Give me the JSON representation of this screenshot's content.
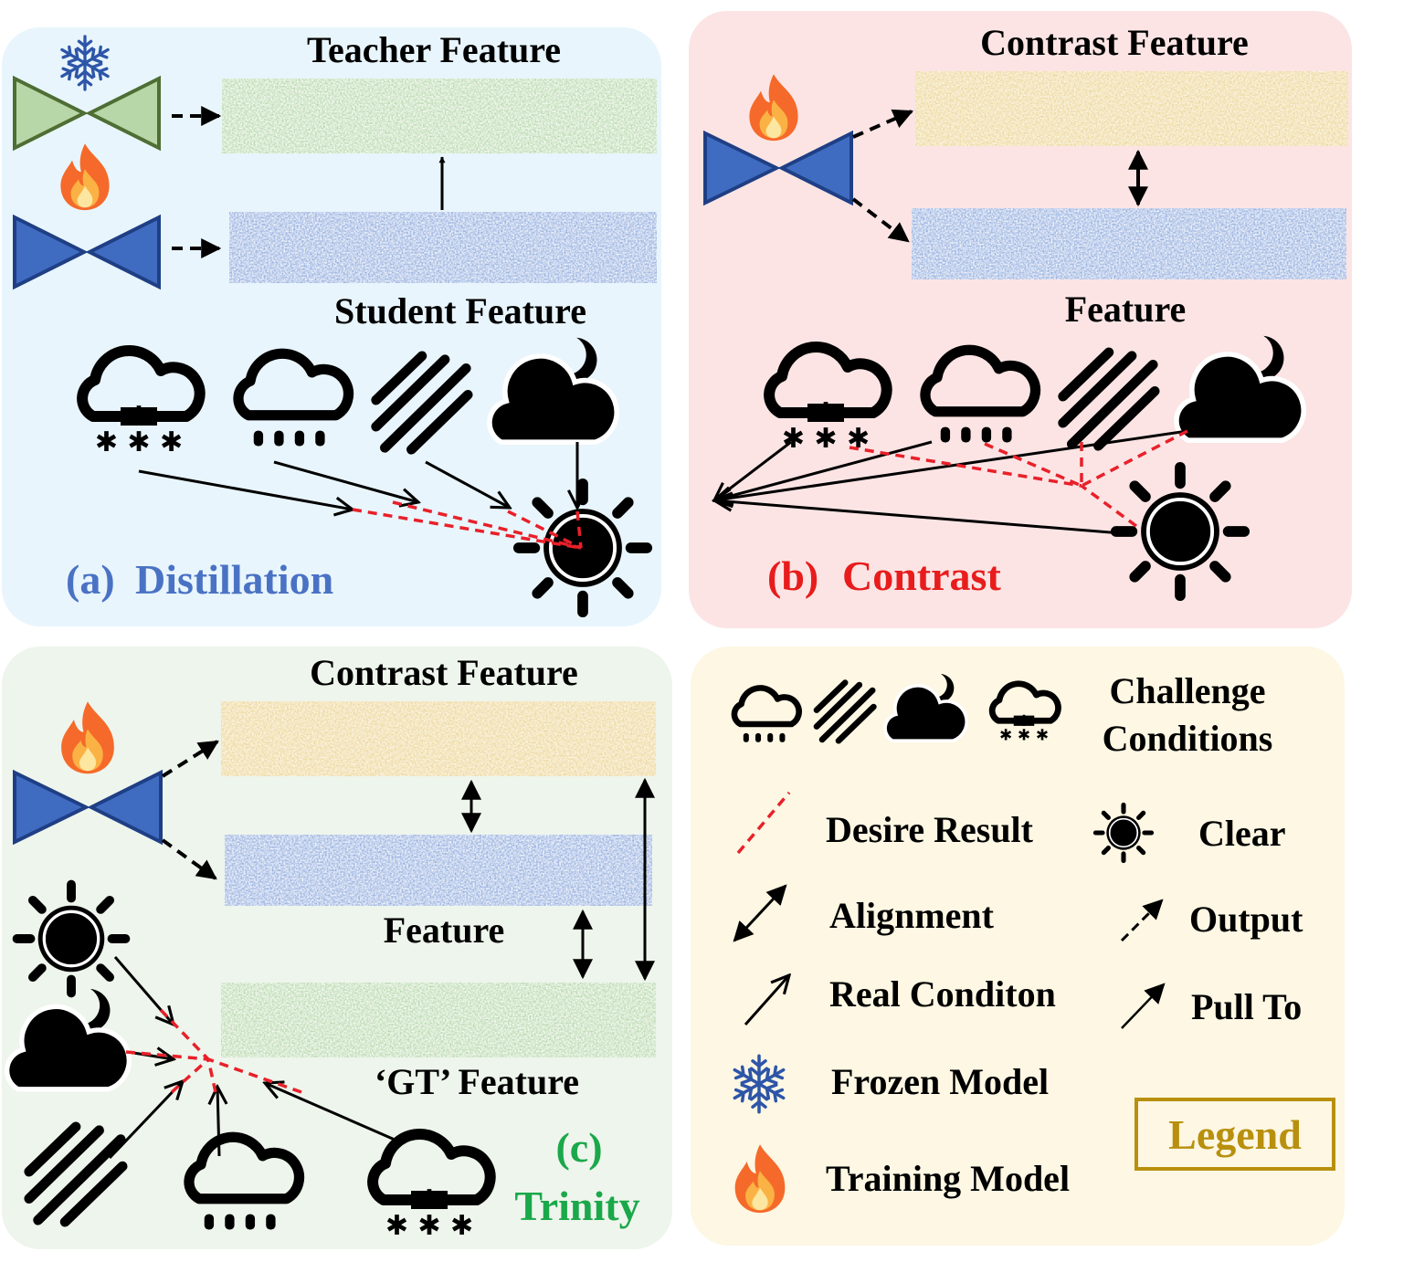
{
  "colors": {
    "panel_a_bg": "#e8f5fc",
    "panel_b_bg": "#fce4e4",
    "panel_c_bg": "#eef5ec",
    "legend_bg": "#fdf7e3",
    "teacher_green": "#6fa85a",
    "student_blue": "#4a6fba",
    "contrast_gold": "#d8b560",
    "model_blue": "#3f6cc1",
    "frozen_green": "#b7d7a8",
    "desire_red": "#e8202a",
    "title_a_blue": "#4a72c4",
    "title_b_red": "#e81c1c",
    "title_c_green": "#1aa84a",
    "legend_gold": "#b8900e"
  },
  "panel_a": {
    "teacher_label": "Teacher Feature",
    "student_label": "Student Feature",
    "title_letter": "(a)",
    "title_word": "Distillation"
  },
  "panel_b": {
    "contrast_label": "Contrast Feature",
    "feature_label": "Feature",
    "title_letter": "(b)",
    "title_word": "Contrast"
  },
  "panel_c": {
    "contrast_label": "Contrast Feature",
    "feature_label": "Feature",
    "gt_label": "‘GT’ Feature",
    "title_letter": "(c)",
    "title_word": "Trinity"
  },
  "legend": {
    "challenge_line1": "Challenge",
    "challenge_line2": "Conditions",
    "desire": "Desire Result",
    "clear": "Clear",
    "alignment": "Alignment",
    "output": "Output",
    "real_condition": "Real Conditon",
    "pull_to": "Pull To",
    "frozen": "Frozen Model",
    "training": "Training Model",
    "box_title": "Legend"
  },
  "icons": [
    "snow-cloud-icon",
    "rain-cloud-icon",
    "haze-stripes-icon",
    "night-cloud-icon",
    "sun-icon",
    "snowflake-icon",
    "flame-icon",
    "bowtie-model-icon"
  ]
}
